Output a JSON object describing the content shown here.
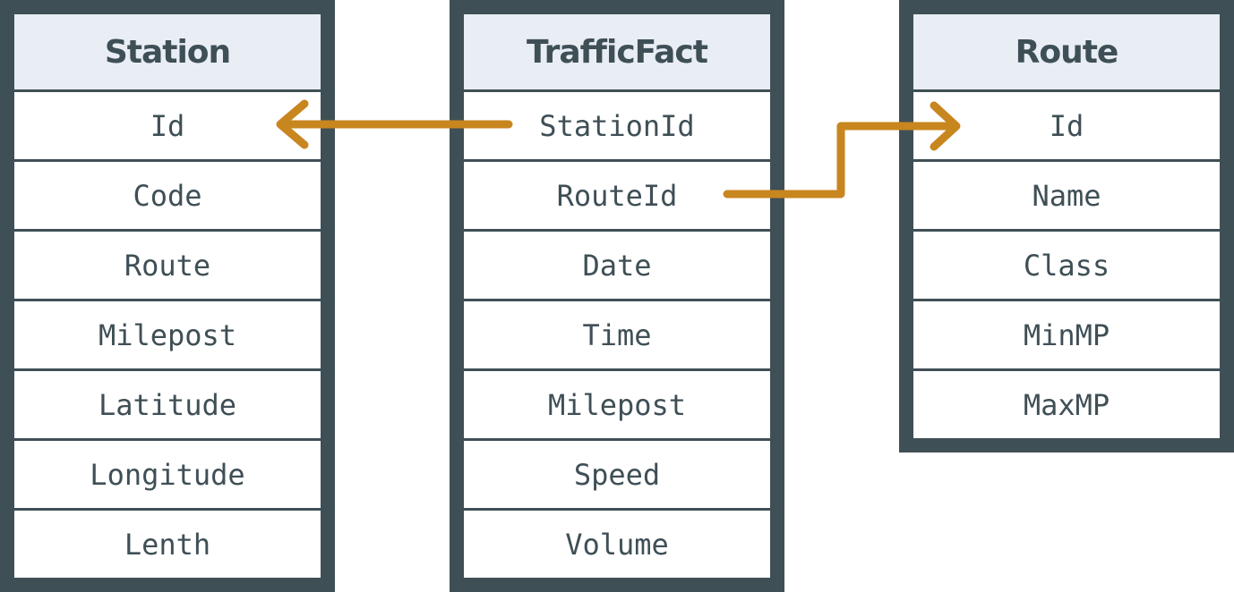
{
  "entities": [
    {
      "id": "station",
      "title": "Station",
      "fields": [
        "Id",
        "Code",
        "Route",
        "Milepost",
        "Latitude",
        "Longitude",
        "Lenth"
      ]
    },
    {
      "id": "trafficfact",
      "title": "TrafficFact",
      "fields": [
        "StationId",
        "RouteId",
        "Date",
        "Time",
        "Milepost",
        "Speed",
        "Volume"
      ]
    },
    {
      "id": "route",
      "title": "Route",
      "fields": [
        "Id",
        "Name",
        "Class",
        "MinMP",
        "MaxMP"
      ]
    }
  ],
  "relationships": [
    {
      "from": "TrafficFact.StationId",
      "to": "Station.Id"
    },
    {
      "from": "TrafficFact.RouteId",
      "to": "Route.Id"
    }
  ],
  "colors": {
    "table_frame": "#3f4f56",
    "header_fill": "#e8eef3",
    "row_fill": "#ffffff",
    "text": "#3f4f56",
    "connector": "#c8861f"
  }
}
